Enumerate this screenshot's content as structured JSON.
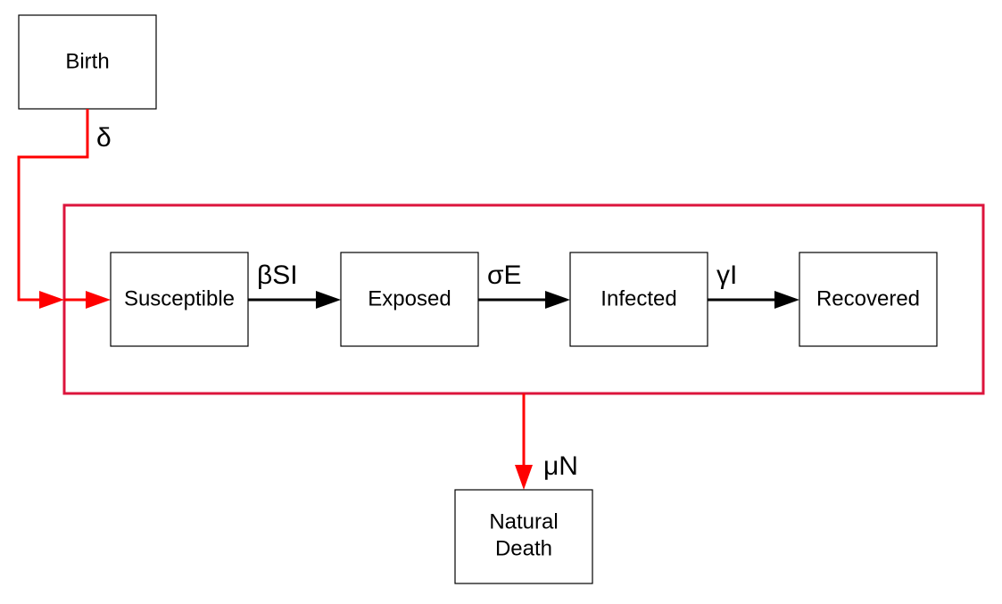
{
  "colors": {
    "red_line": "#ff0000",
    "boundary": "#dc143c",
    "black_line": "#000000",
    "box_stroke": "#000000",
    "box_fill": "#ffffff"
  },
  "nodes": {
    "birth": "Birth",
    "susceptible": "Susceptible",
    "exposed": "Exposed",
    "infected": "Infected",
    "recovered": "Recovered",
    "death_line1": "Natural",
    "death_line2": "Death"
  },
  "rates": {
    "birth": "δ",
    "infection": "βSI",
    "incubation": "σE",
    "recovery": "γI",
    "death": "μN"
  }
}
